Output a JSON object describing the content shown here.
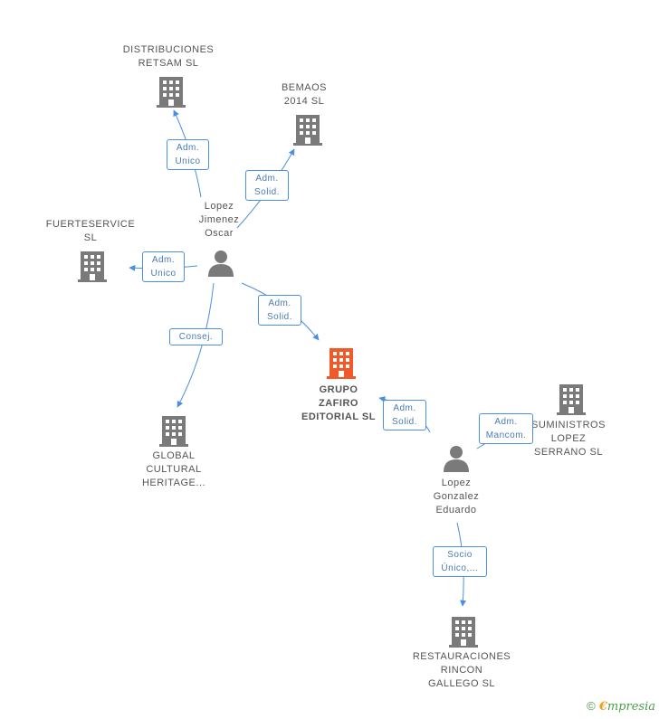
{
  "colors": {
    "company": "#7a7a7a",
    "focus_company": "#f05a28",
    "person": "#7a7a7a",
    "edge": "#4a8fe0"
  },
  "nodes": {
    "distribuciones": {
      "lines": [
        "DISTRIBUCIONES",
        "RETSAM SL"
      ],
      "icon": "building-icon"
    },
    "bemaos": {
      "lines": [
        "BEMAOS",
        "2014  SL"
      ],
      "icon": "building-icon"
    },
    "fuerteservice": {
      "lines": [
        "FUERTESERVICE",
        "SL"
      ],
      "icon": "building-icon"
    },
    "lopez_jimenez": {
      "lines": [
        "Lopez",
        "Jimenez",
        "Oscar"
      ],
      "icon": "person-icon"
    },
    "grupo_zafiro": {
      "lines": [
        "GRUPO",
        "ZAFIRO",
        "EDITORIAL  SL"
      ],
      "icon": "building-icon"
    },
    "global_cultural": {
      "lines": [
        "GLOBAL",
        "CULTURAL",
        "HERITAGE..."
      ],
      "icon": "building-icon"
    },
    "suministros": {
      "lines": [
        "SUMINISTROS",
        "LOPEZ",
        "SERRANO SL"
      ],
      "icon": "building-icon"
    },
    "lopez_gonzalez": {
      "lines": [
        "Lopez",
        "Gonzalez",
        "Eduardo"
      ],
      "icon": "person-icon"
    },
    "restauraciones": {
      "lines": [
        "RESTAURACIONES",
        "RINCON",
        "GALLEGO SL"
      ],
      "icon": "building-icon"
    }
  },
  "edges": {
    "e1": {
      "lines": [
        "Adm.",
        "Unico"
      ]
    },
    "e2": {
      "lines": [
        "Adm.",
        "Solid."
      ]
    },
    "e3": {
      "lines": [
        "Adm.",
        "Unico"
      ]
    },
    "e4": {
      "lines": [
        "Adm.",
        "Solid."
      ]
    },
    "e5": {
      "lines": [
        "Consej."
      ]
    },
    "e6": {
      "lines": [
        "Adm.",
        "Solid."
      ]
    },
    "e7": {
      "lines": [
        "Adm.",
        "Mancom."
      ]
    },
    "e8": {
      "lines": [
        "Socio",
        "Único,..."
      ]
    }
  },
  "footer": {
    "copyright": "©",
    "brand_first": "€",
    "brand_rest": "mpresia"
  }
}
